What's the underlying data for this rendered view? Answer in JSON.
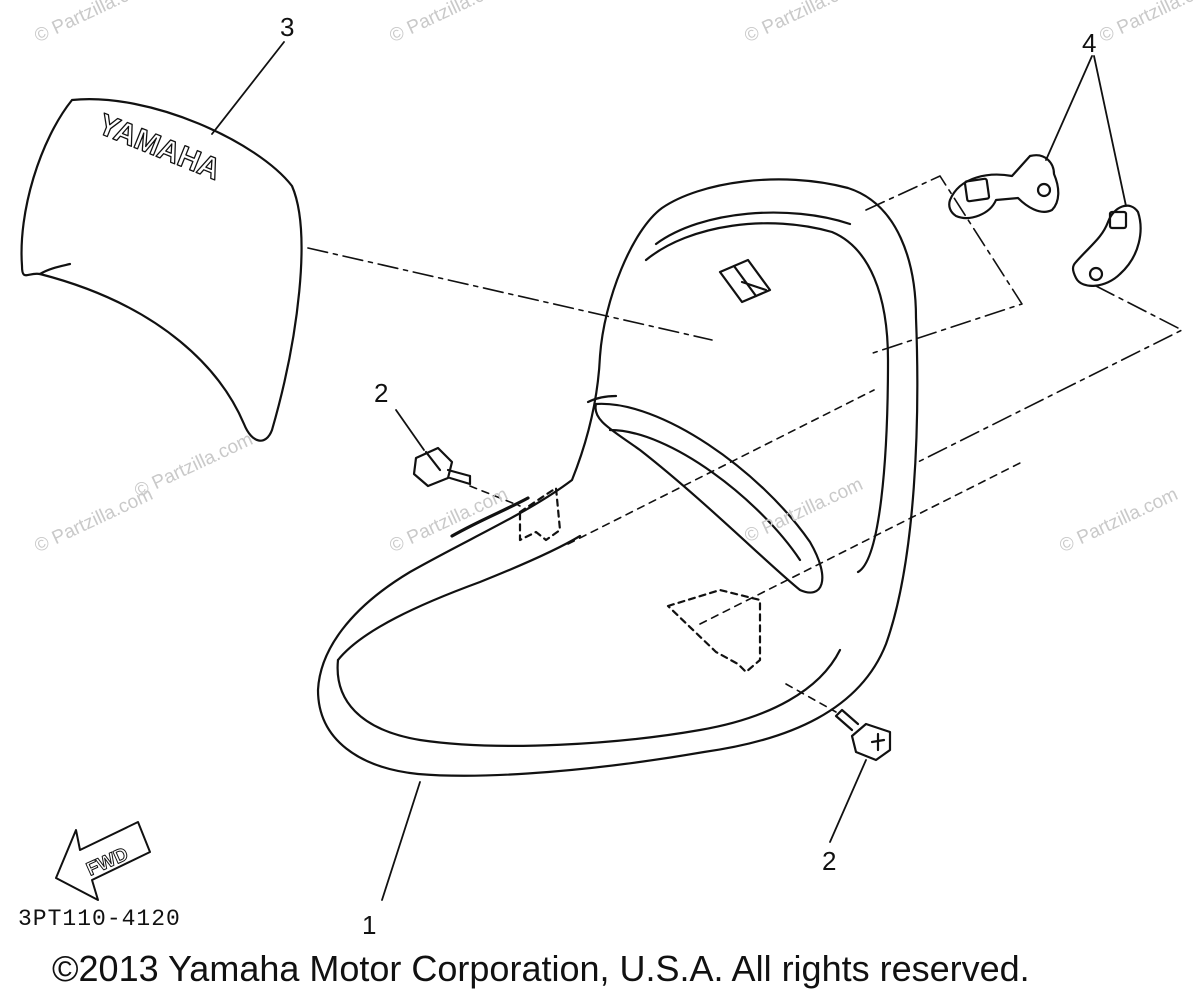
{
  "watermarks": [
    "© Partzilla.com",
    "© Partzilla.com",
    "© Partzilla.com",
    "© Partzilla.com",
    "© Partzilla.com",
    "© Partzilla.com",
    "© Partzilla.com",
    "© Partzilla.com",
    "© Partzilla.com"
  ],
  "callouts": {
    "seat": "1",
    "bolt_left": "2",
    "bolt_right": "2",
    "emblem": "3",
    "brackets": "4"
  },
  "emblem_text": "YAMAHA",
  "fwd_label": "FWD",
  "part_code": "3PT110-4120",
  "copyright": "©2013 Yamaha Motor Corporation, U.S.A. All rights reserved.",
  "colors": {
    "ink": "#111111",
    "watermark": "#c9c9c9",
    "background": "#ffffff"
  }
}
